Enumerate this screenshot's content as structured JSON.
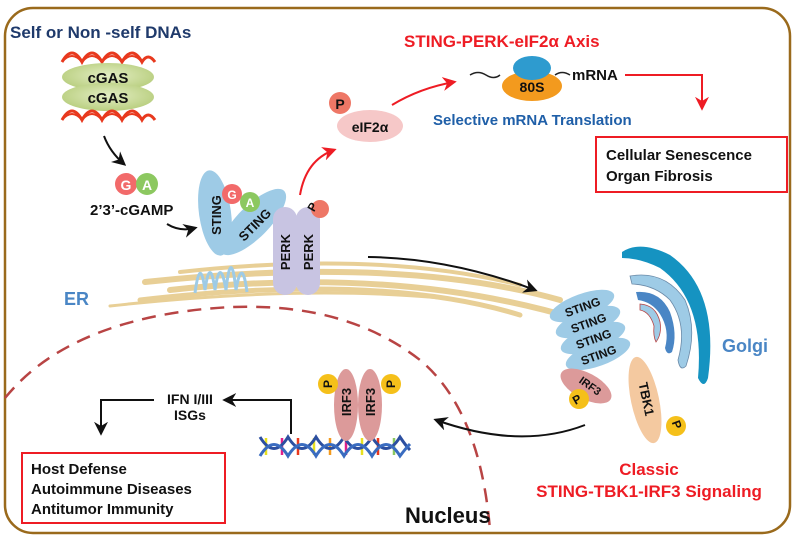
{
  "labels": {
    "dna_source": "Self or Non -self DNAs",
    "cgas_top": "cGAS",
    "cgas_bottom": "cGAS",
    "g": "G",
    "a": "A",
    "cgamp": "2’3’-cGAMP",
    "sting": "STING",
    "perk": "PERK",
    "p": "P",
    "eif2a": "eIF2α",
    "axis_title": "STING-PERK-eIF2α Axis",
    "ribosome": "80S",
    "mrna": "mRNA",
    "selective_translation": "Selective mRNA Translation",
    "er": "ER",
    "golgi": "Golgi",
    "tbk1": "TBK1",
    "irf3": "IRF3",
    "ifn_line1": "IFN I/III",
    "ifn_line2": "ISGs",
    "nucleus": "Nucleus",
    "classic_line1": "Classic",
    "classic_line2": "STING-TBK1-IRF3 Signaling"
  },
  "outcome_boxes": {
    "perk_outcomes": [
      "Cellular Senescence",
      "Organ Fibrosis"
    ],
    "classic_outcomes": [
      "Host Defense",
      "Autoimmune Diseases",
      "Antitumor Immunity"
    ]
  },
  "colors": {
    "frame": "#9a6a1c",
    "red_text": "#ee1c24",
    "blue_title": "#1f3a6b",
    "blue_label": "#1f5fa8",
    "er_blue": "#4a86c5",
    "sting_fill": "#9ecbe6",
    "perk_fill": "#c8c4e2",
    "er_fill": "#e8cf96",
    "cgas_fill": "#c9dc98",
    "dna_red": "#e8391e",
    "g_fill": "#f26a6a",
    "a_fill": "#8cc860",
    "p_red": "#ee7766",
    "p_yellow": "#f5c01a",
    "eif2a_fill": "#f6c8c8",
    "ribo_top": "#2e9bcf",
    "ribo_bottom": "#f39a1e",
    "irf3_fill": "#dc9a9a",
    "tbk1_fill": "#f4c9a0",
    "golgi_dark": "#1593c1",
    "nucleus_dash": "#b84444"
  }
}
